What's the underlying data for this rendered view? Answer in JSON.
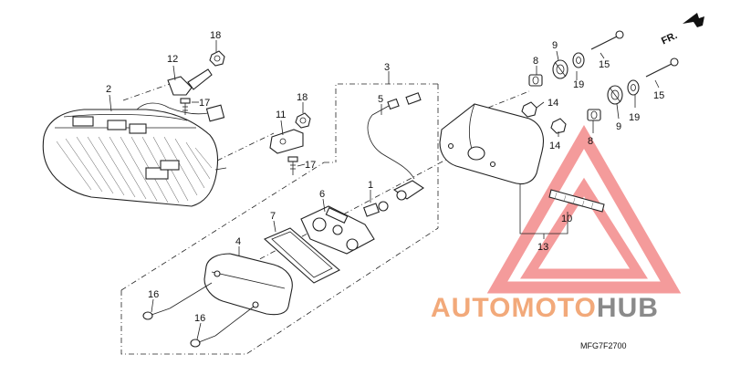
{
  "direction_label": "FR.",
  "diagram_code": "MFG7F2700",
  "watermark": {
    "part1": "AUTOMOTO",
    "part2": "HUB",
    "color1": "#f2a97a",
    "color2": "#8a8a8a",
    "triangle_color": "#ec4a4a"
  },
  "callouts": {
    "c1": "1",
    "c2": "2",
    "c3": "3",
    "c4": "4",
    "c5": "5",
    "c6": "6",
    "c7": "7",
    "c8a": "8",
    "c8b": "8",
    "c9a": "9",
    "c9b": "9",
    "c10": "10",
    "c11": "11",
    "c12": "12",
    "c13": "13",
    "c14a": "14",
    "c14b": "14",
    "c15a": "15",
    "c15b": "15",
    "c16a": "16",
    "c16b": "16",
    "c17a": "17",
    "c17b": "17",
    "c18a": "18",
    "c18b": "18",
    "c19a": "19",
    "c19b": "19"
  }
}
